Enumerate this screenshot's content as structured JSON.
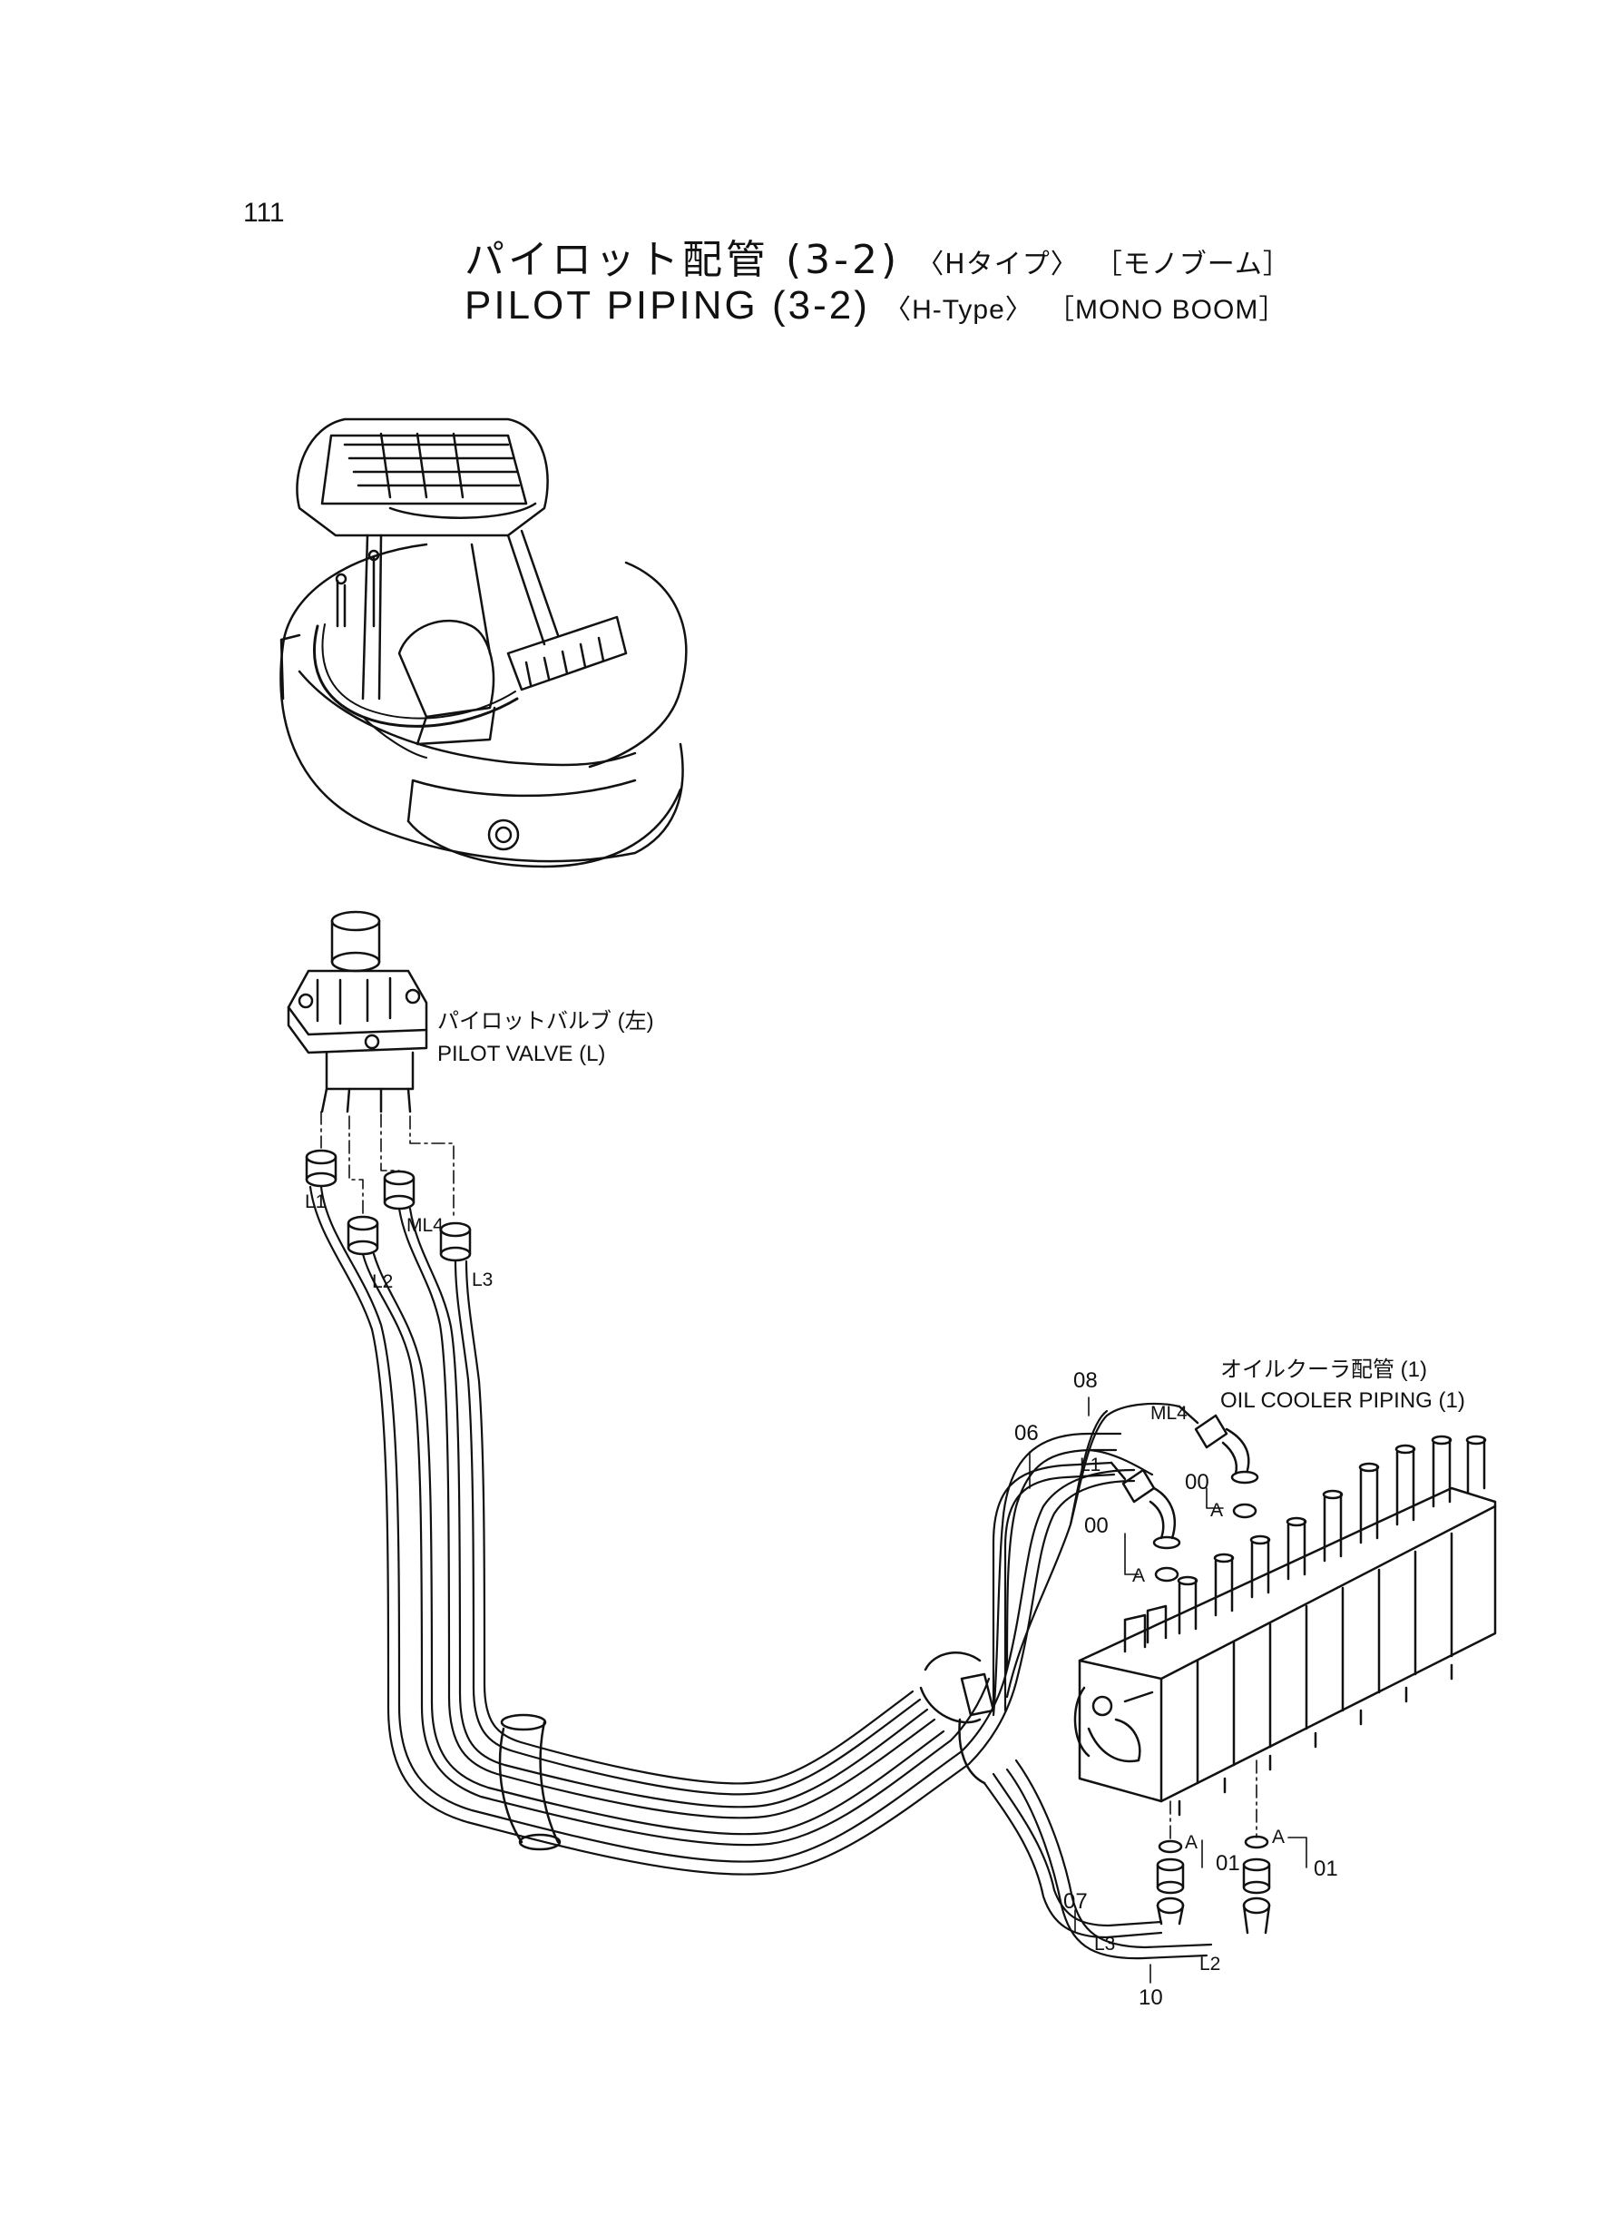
{
  "page": {
    "number": "111"
  },
  "title": {
    "jp_main": "パイロット配管 (3-2)",
    "jp_type": "〈Hタイプ〉",
    "jp_variant": "［モノブーム］",
    "en_main": "PILOT PIPING (3-2)",
    "en_type": "〈H-Type〉",
    "en_variant": "［MONO BOOM］"
  },
  "callouts": {
    "pilot_valve_jp": "パイロットバルブ (左)",
    "pilot_valve_en": "PILOT VALVE (L)",
    "oil_cooler_jp": "オイルクーラ配管 (1)",
    "oil_cooler_en": "OIL COOLER PIPING (1)"
  },
  "port_labels": {
    "l1_top": "L1",
    "l2_top": "L2",
    "ml4_top": "ML4",
    "l3_top": "L3",
    "ml4_right": "ML4",
    "l1_right": "L1",
    "l3_bottom": "L3",
    "l2_bottom": "L2"
  },
  "part_numbers": {
    "p08": "08",
    "p06": "06",
    "p00_a": "00",
    "p00_b": "00",
    "p01_a": "01",
    "p01_b": "01",
    "p07": "07",
    "p10": "10"
  },
  "detail_marks": {
    "a1": "A",
    "a2": "A",
    "a3": "A",
    "a4": "A"
  }
}
